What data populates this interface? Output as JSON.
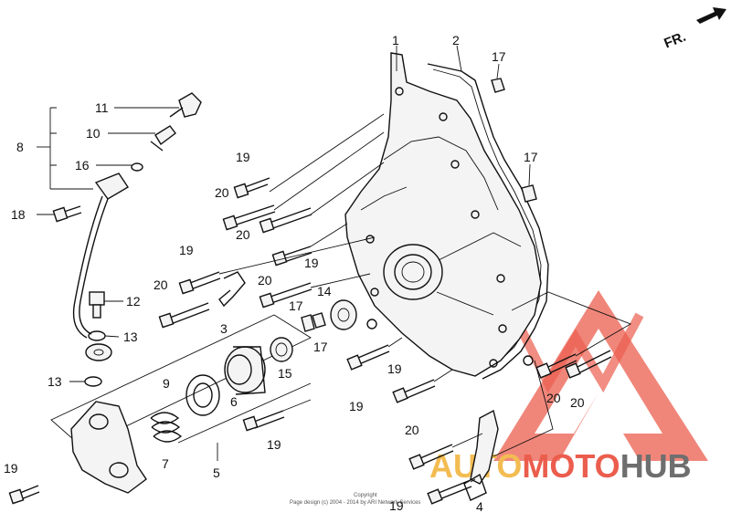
{
  "direction_marker": {
    "label": "FR."
  },
  "callouts": [
    {
      "id": "c1",
      "text": "1"
    },
    {
      "id": "c2",
      "text": "2"
    },
    {
      "id": "c3",
      "text": "3"
    },
    {
      "id": "c4",
      "text": "4"
    },
    {
      "id": "c5",
      "text": "5"
    },
    {
      "id": "c6",
      "text": "6"
    },
    {
      "id": "c7",
      "text": "7"
    },
    {
      "id": "c8",
      "text": "8"
    },
    {
      "id": "c9",
      "text": "9"
    },
    {
      "id": "c10",
      "text": "10"
    },
    {
      "id": "c11",
      "text": "11"
    },
    {
      "id": "c12",
      "text": "12"
    },
    {
      "id": "c13a",
      "text": "13"
    },
    {
      "id": "c13b",
      "text": "13"
    },
    {
      "id": "c14",
      "text": "14"
    },
    {
      "id": "c15",
      "text": "15"
    },
    {
      "id": "c16",
      "text": "16"
    },
    {
      "id": "c17a",
      "text": "17"
    },
    {
      "id": "c17b",
      "text": "17"
    },
    {
      "id": "c17c",
      "text": "17"
    },
    {
      "id": "c17d",
      "text": "17"
    },
    {
      "id": "c18",
      "text": "18"
    },
    {
      "id": "c19a",
      "text": "19"
    },
    {
      "id": "c19b",
      "text": "19"
    },
    {
      "id": "c19c",
      "text": "19"
    },
    {
      "id": "c19d",
      "text": "19"
    },
    {
      "id": "c19e",
      "text": "19"
    },
    {
      "id": "c19f",
      "text": "19"
    },
    {
      "id": "c19g",
      "text": "19"
    },
    {
      "id": "c19h",
      "text": "19"
    },
    {
      "id": "c20a",
      "text": "20"
    },
    {
      "id": "c20b",
      "text": "20"
    },
    {
      "id": "c20c",
      "text": "20"
    },
    {
      "id": "c20d",
      "text": "20"
    },
    {
      "id": "c20e",
      "text": "20"
    },
    {
      "id": "c20f",
      "text": "20"
    },
    {
      "id": "c20g",
      "text": "20"
    }
  ],
  "watermark": {
    "brand_part1": "AUTO",
    "brand_part2": "MOTO",
    "brand_part3": "HUB",
    "color_part1": "#f2b134",
    "color_part2": "#e8412f",
    "color_part3": "#555555",
    "triangle_color": "#e8412f"
  },
  "copyright": {
    "line1": "Copyright",
    "line2": "Page design (c) 2004 - 2014 by ARI Network Services"
  }
}
